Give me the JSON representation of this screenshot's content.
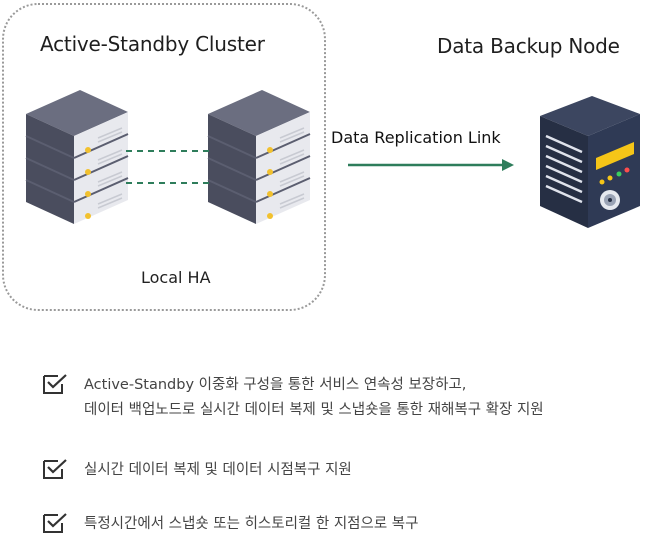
{
  "diagram": {
    "cluster_title": "Active-Standby Cluster",
    "backup_title": "Data Backup Node",
    "local_ha_label": "Local HA",
    "link_label": "Data Replication Link"
  },
  "nodes": [
    {
      "name": "server-left-icon"
    },
    {
      "name": "server-right-icon"
    },
    {
      "name": "backup-server-icon"
    }
  ],
  "features": [
    {
      "line1": "Active-Standby 이중화 구성을 통한 서비스 연속성 보장하고,",
      "line2": "데이터 백업노드로 실시간 데이터 복제 및 스냅숏을 통한 재해복구 확장 지원"
    },
    {
      "line1": "실시간 데이터 복제 및 데이터 시점복구 지원"
    },
    {
      "line1": "특정시간에서 스냅숏 또는 히스토리컬 한 지점으로 복구"
    }
  ],
  "colors": {
    "accent_green": "#2e7d5b",
    "server_dark": "#4a4d5e",
    "server_front": "#e8e9ee",
    "led_yellow": "#f2c12e",
    "backup_body": "#262f44",
    "backup_yellow": "#f5c518"
  }
}
